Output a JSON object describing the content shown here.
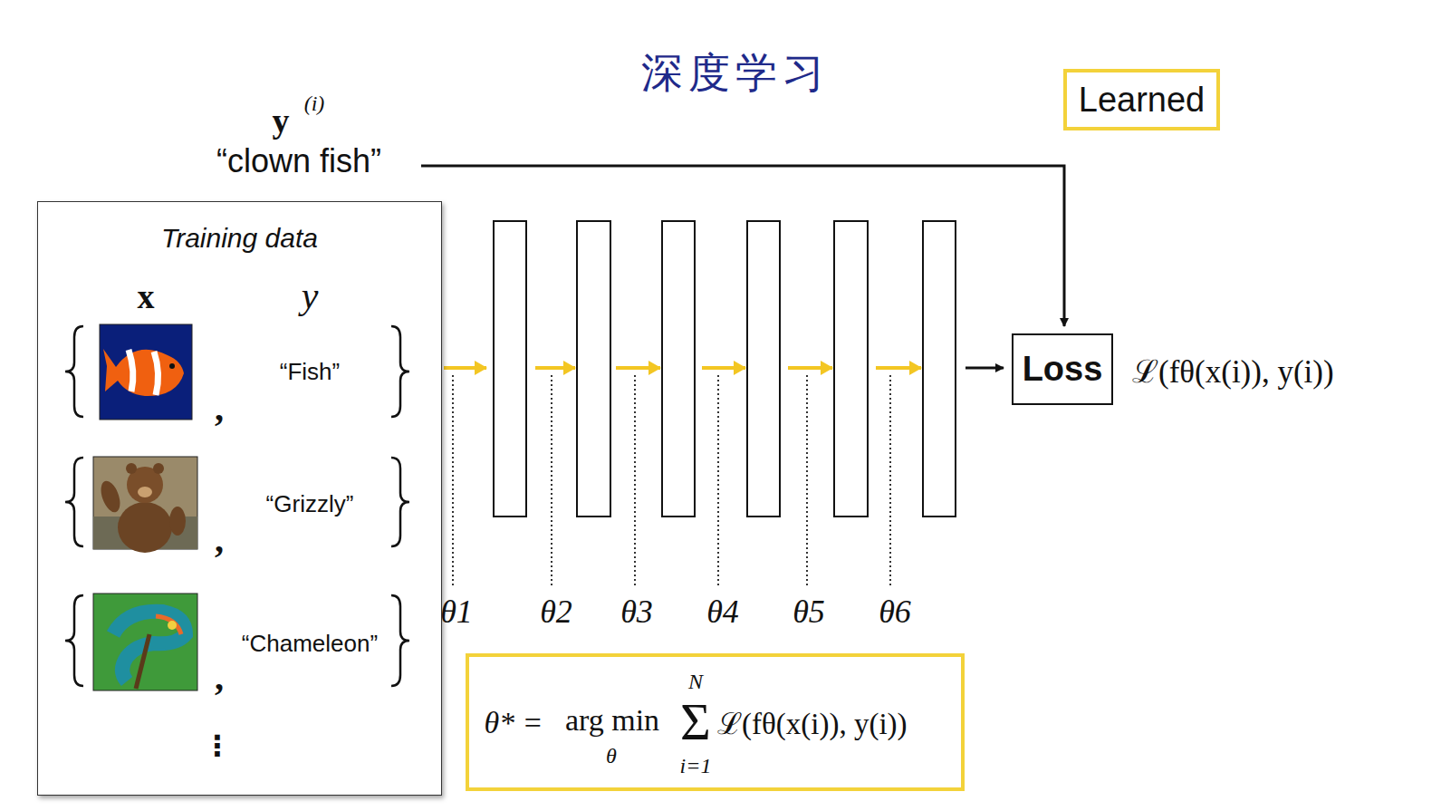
{
  "diagram": {
    "title": "深度学习",
    "nodes": [
      {
        "text": [
          "Learned"
        ]
      },
      {
        "text": [
          "Training data"
        ]
      },
      {
        "text": [
          "Loss"
        ]
      },
      {
        "text": [
          "θ* =",
          "arg min",
          "θ",
          "N",
          "Σ",
          "i=1",
          "ℒ(fθ(x(i)), y(i))"
        ]
      }
    ],
    "labels": [
      "y",
      "(i)",
      "“clown fish”",
      "x",
      "y",
      "“Fish”",
      ",",
      "“Grizzly”",
      ",",
      "“Chameleon”",
      ",",
      "⋮",
      "θ1",
      "θ2",
      "θ3",
      "θ4",
      "θ5",
      "θ6",
      "ℒ(fθ(x(i)), y(i))"
    ]
  }
}
